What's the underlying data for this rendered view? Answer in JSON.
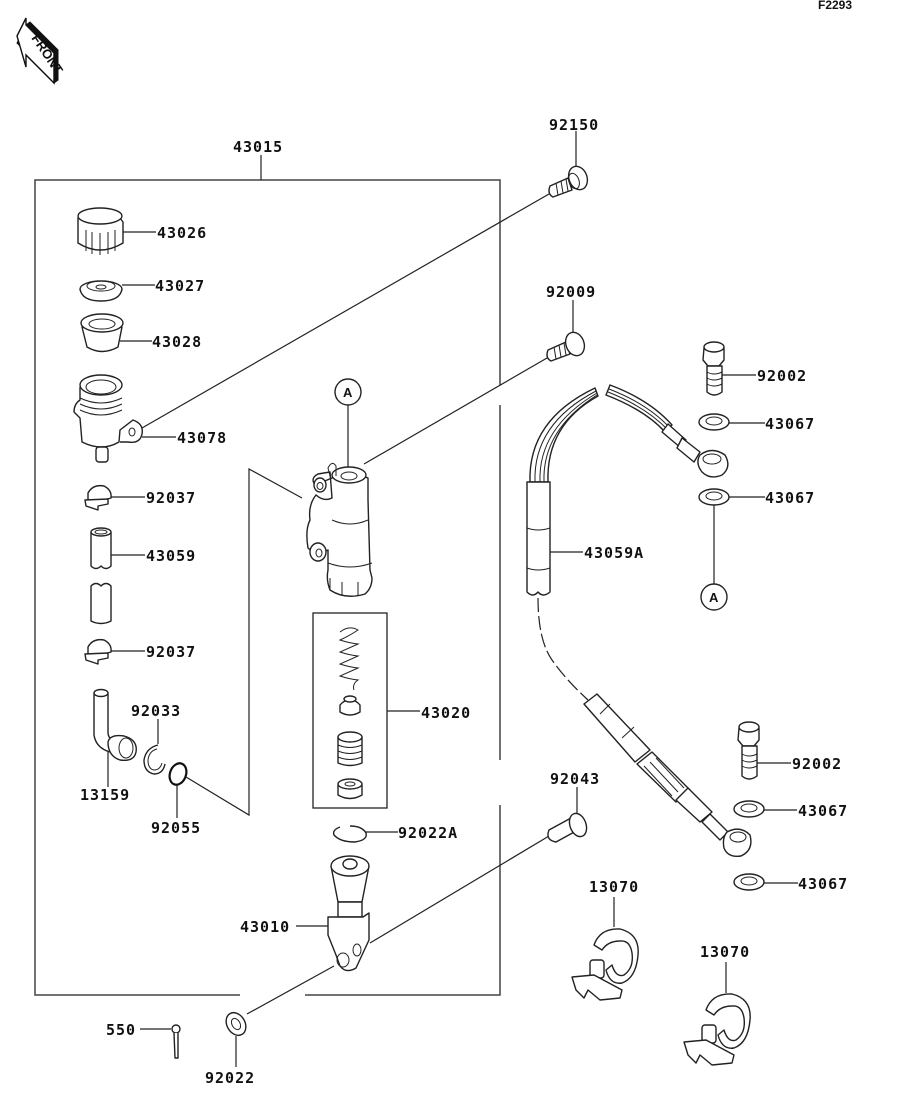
{
  "diagram": {
    "code": "F2293",
    "front_arrow_label": "FRONT",
    "assembly": {
      "number": "43015",
      "description": "Rear master cylinder assembly (framed group)"
    },
    "reference_marker": "A",
    "parts": [
      {
        "id": "p43026",
        "number": "43026",
        "description": "Reservoir cap"
      },
      {
        "id": "p43027",
        "number": "43027",
        "description": "Diaphragm plate"
      },
      {
        "id": "p43028",
        "number": "43028",
        "description": "Diaphragm"
      },
      {
        "id": "p43078",
        "number": "43078",
        "description": "Reservoir tank"
      },
      {
        "id": "p92037a",
        "number": "92037",
        "description": "Hose clamp (upper)"
      },
      {
        "id": "p43059",
        "number": "43059",
        "description": "Reservoir hose"
      },
      {
        "id": "p92037b",
        "number": "92037",
        "description": "Hose clamp (lower)"
      },
      {
        "id": "p92033",
        "number": "92033",
        "description": "Circlip"
      },
      {
        "id": "p13159",
        "number": "13159",
        "description": "Hose fitting elbow"
      },
      {
        "id": "p92055",
        "number": "92055",
        "description": "O-ring"
      },
      {
        "id": "p43020",
        "number": "43020",
        "description": "Piston / spring kit"
      },
      {
        "id": "p92022A",
        "number": "92022A",
        "description": "Snap ring"
      },
      {
        "id": "p43010",
        "number": "43010",
        "description": "Push rod with clevis"
      },
      {
        "id": "p92150",
        "number": "92150",
        "description": "Bolt (reservoir)"
      },
      {
        "id": "p92009",
        "number": "92009",
        "description": "Screw"
      },
      {
        "id": "p92002a",
        "number": "92002",
        "description": "Banjo bolt (upper)"
      },
      {
        "id": "p43067a",
        "number": "43067",
        "description": "Washer"
      },
      {
        "id": "p43067b",
        "number": "43067",
        "description": "Washer"
      },
      {
        "id": "p43059A",
        "number": "43059A",
        "description": "Brake hose"
      },
      {
        "id": "p92002b",
        "number": "92002",
        "description": "Banjo bolt (lower)"
      },
      {
        "id": "p43067c",
        "number": "43067",
        "description": "Washer"
      },
      {
        "id": "p43067d",
        "number": "43067",
        "description": "Washer"
      },
      {
        "id": "p92043",
        "number": "92043",
        "description": "Clevis pin"
      },
      {
        "id": "p13070a",
        "number": "13070",
        "description": "Hose clamp"
      },
      {
        "id": "p13070b",
        "number": "13070",
        "description": "Hose clamp"
      },
      {
        "id": "p550",
        "number": "550",
        "description": "Cotter pin"
      },
      {
        "id": "p92022",
        "number": "92022",
        "description": "Washer"
      }
    ]
  }
}
